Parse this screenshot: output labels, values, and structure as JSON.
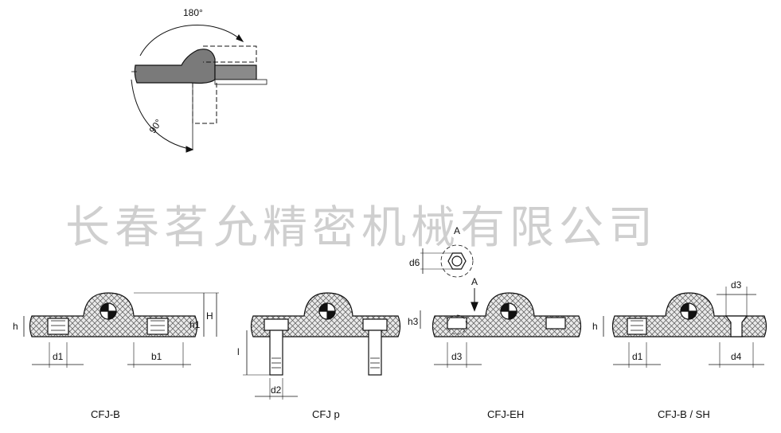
{
  "watermark": "长春茗允精密机械有限公司",
  "angles": {
    "a180": "180°",
    "a90": "90°"
  },
  "captions": [
    "CFJ-B",
    "CFJ p",
    "CFJ-EH",
    "CFJ-B / SH"
  ],
  "dims": {
    "h": "h",
    "H": "H",
    "h1": "h1",
    "h3": "h3",
    "d1": "d1",
    "b1": "b1",
    "l": "l",
    "d2": "d2",
    "d3": "d3",
    "d4": "d4",
    "d6": "d6",
    "A": "A"
  }
}
